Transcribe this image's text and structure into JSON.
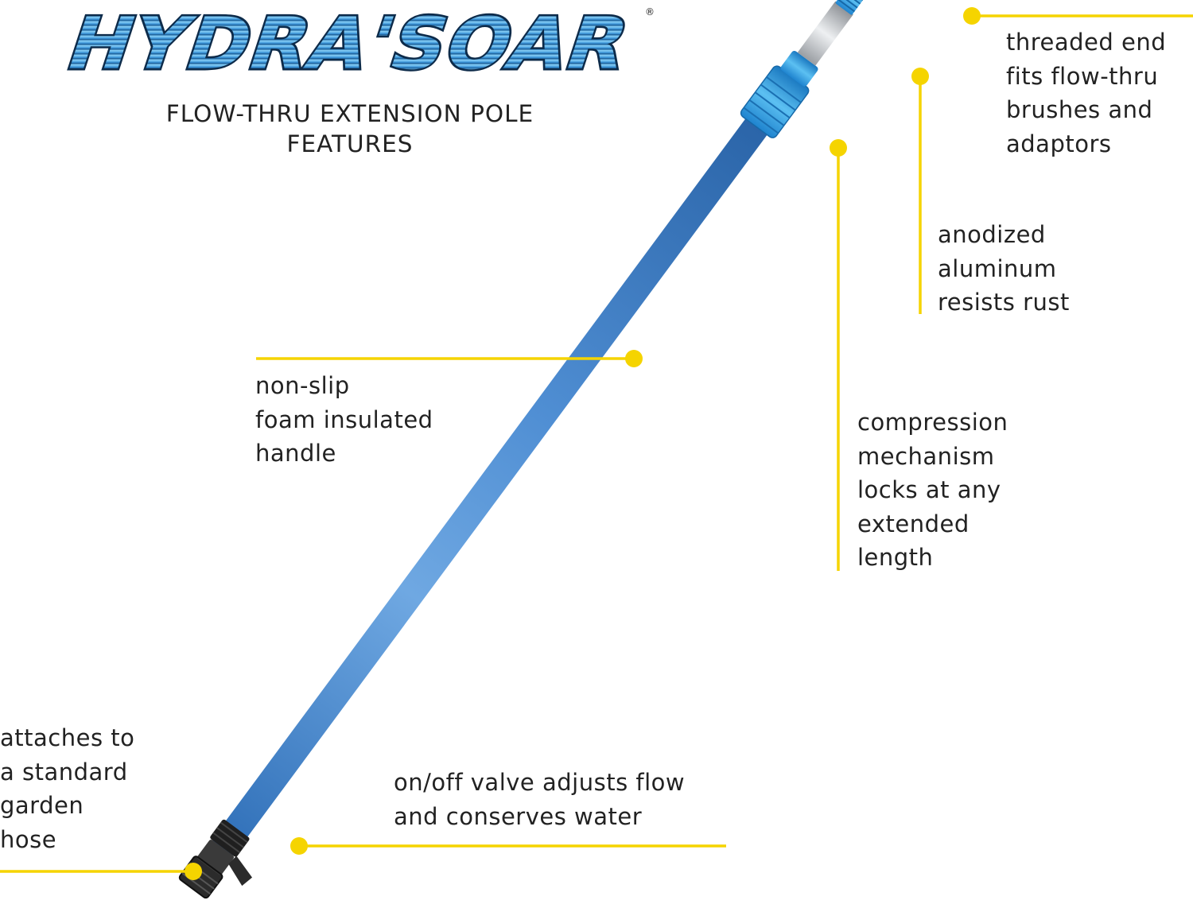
{
  "brand": {
    "logo_text": "HYDRA'SOAR",
    "registered_mark": "®",
    "logo_color": "#3a8fd0",
    "logo_outline": "#0d2b4a"
  },
  "subtitle": {
    "line1": "FLOW-THRU EXTENSION POLE",
    "line2": "FEATURES"
  },
  "colors": {
    "callout_yellow": "#f5d400",
    "pole_blue": "#5a95d6",
    "collar_blue": "#3ba6e6",
    "text": "#222222"
  },
  "callouts": {
    "threaded_end": [
      "threaded end",
      "fits flow-thru",
      "brushes and",
      "adaptors"
    ],
    "anodized": [
      "anodized",
      "aluminum",
      "resists rust"
    ],
    "handle": [
      "non-slip",
      "foam insulated",
      "handle"
    ],
    "compression": [
      "compression",
      "mechanism",
      "locks at any",
      "extended",
      "length"
    ],
    "hose": [
      "attaches to",
      "a standard",
      "garden",
      "hose"
    ],
    "valve": [
      "on/off valve adjusts flow",
      "and conserves water"
    ]
  }
}
